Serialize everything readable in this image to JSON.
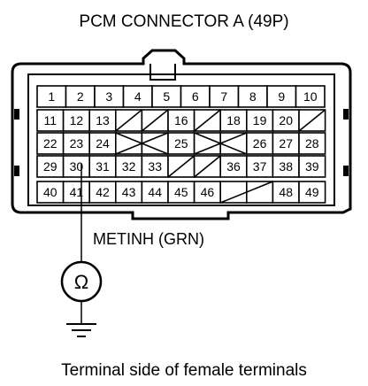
{
  "title": "PCM CONNECTOR A (49P)",
  "caption": "Terminal side of female terminals",
  "wire_label": "METINH (GRN)",
  "meter_symbol": "Ω",
  "meter_icon": "ohmmeter-icon",
  "ground_icon": "ground-icon",
  "connector": {
    "row1": [
      "1",
      "2",
      "3",
      "4",
      "5",
      "6",
      "7",
      "8",
      "9",
      "10"
    ],
    "row2": [
      "11",
      "12",
      "13",
      "",
      "",
      "16",
      "",
      "18",
      "19",
      "20",
      ""
    ],
    "row3": [
      "22",
      "23",
      "24",
      "",
      "",
      "25",
      "",
      "",
      "26",
      "27",
      "28"
    ],
    "row4": [
      "29",
      "30",
      "31",
      "32",
      "33",
      "",
      "",
      "36",
      "37",
      "38",
      "39"
    ],
    "row5": [
      "40",
      "41",
      "42",
      "43",
      "44",
      "45",
      "46",
      "",
      "",
      "48",
      "49"
    ],
    "probed_terminal": "30"
  }
}
